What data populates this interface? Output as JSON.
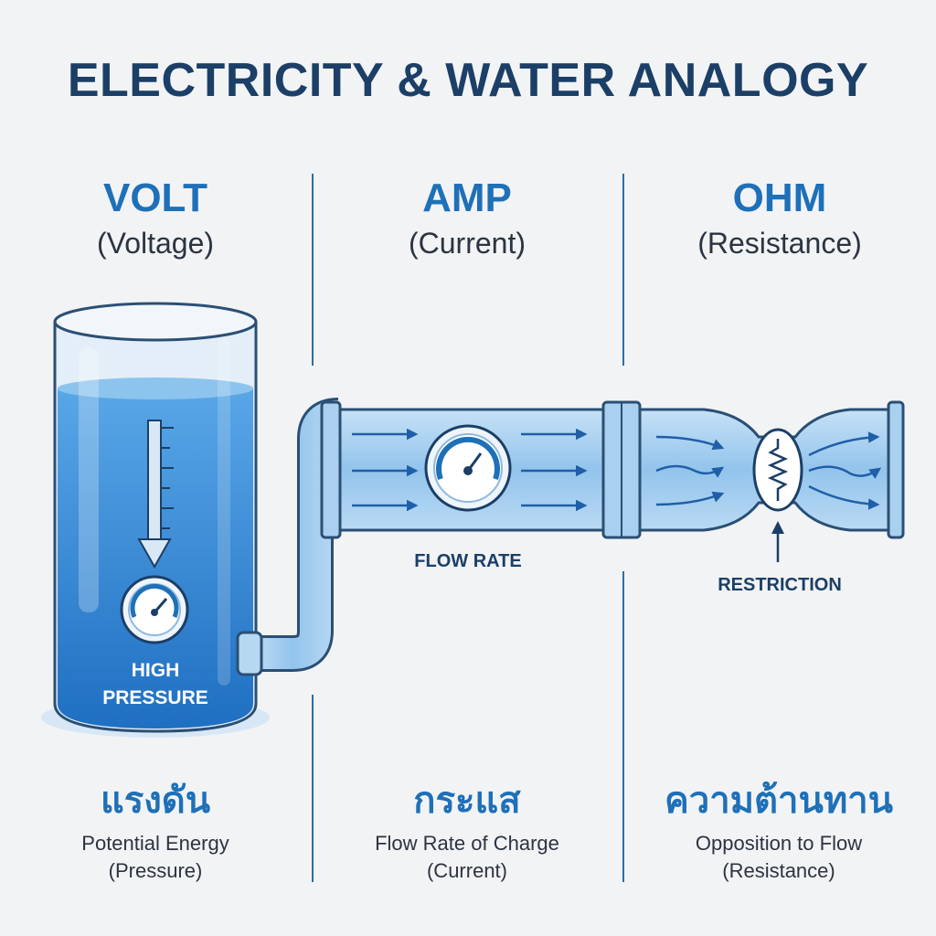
{
  "title": "ELECTRICITY & WATER ANALOGY",
  "columns": [
    {
      "unit": "VOLT",
      "quantity": "(Voltage)",
      "thai": "แรงดัน",
      "desc_line1": "Potential Energy",
      "desc_line2": "(Pressure)"
    },
    {
      "unit": "AMP",
      "quantity": "(Current)",
      "thai": "กระแส",
      "desc_line1": "Flow Rate of Charge",
      "desc_line2": "(Current)"
    },
    {
      "unit": "OHM",
      "quantity": "(Resistance)",
      "thai": "ความต้านทาน",
      "desc_line1": "Opposition to Flow",
      "desc_line2": "(Resistance)"
    }
  ],
  "labels": {
    "tank_line1": "HIGH",
    "tank_line2": "PRESSURE",
    "flow_rate": "FLOW RATE",
    "restriction": "RESTRICTION"
  },
  "colors": {
    "title": "#1b3f66",
    "accent": "#1e70b8",
    "water": "#3a8fd6",
    "pipe": "#9cc9ee",
    "divider": "#2a6fa8"
  }
}
